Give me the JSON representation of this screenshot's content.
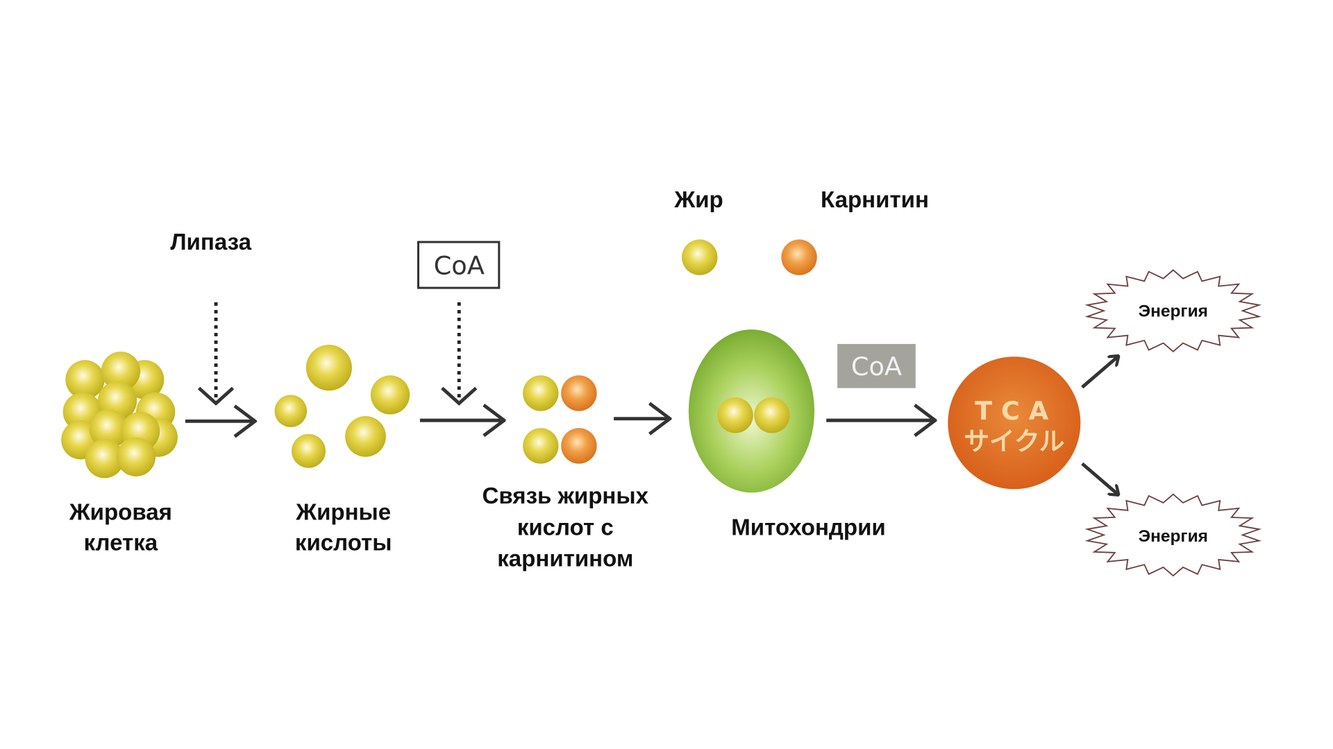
{
  "labels": {
    "lipase": "Липаза",
    "coa_top": "CoA",
    "fat": "Жир",
    "carnitine": "Карнитин",
    "coa_grey": "CoA",
    "tca_line1": "T C A",
    "tca_line2": "サイクル",
    "energy_top": "Энергия",
    "energy_bottom": "Энергия",
    "fat_cell": [
      "Жировая",
      "клетка"
    ],
    "fatty_acids": [
      "Жирные",
      "кислоты"
    ],
    "binding": [
      "Связь жирных",
      "кислот с",
      "карнитином"
    ],
    "mitochondria": "Митохондрии"
  },
  "colors": {
    "fat_ball": "#d8c830",
    "carnitine_ball": "#e8892a",
    "mitochondria": "#8fbf3a",
    "tca": "#e2711d",
    "coa_grey": "#a4a49c"
  }
}
